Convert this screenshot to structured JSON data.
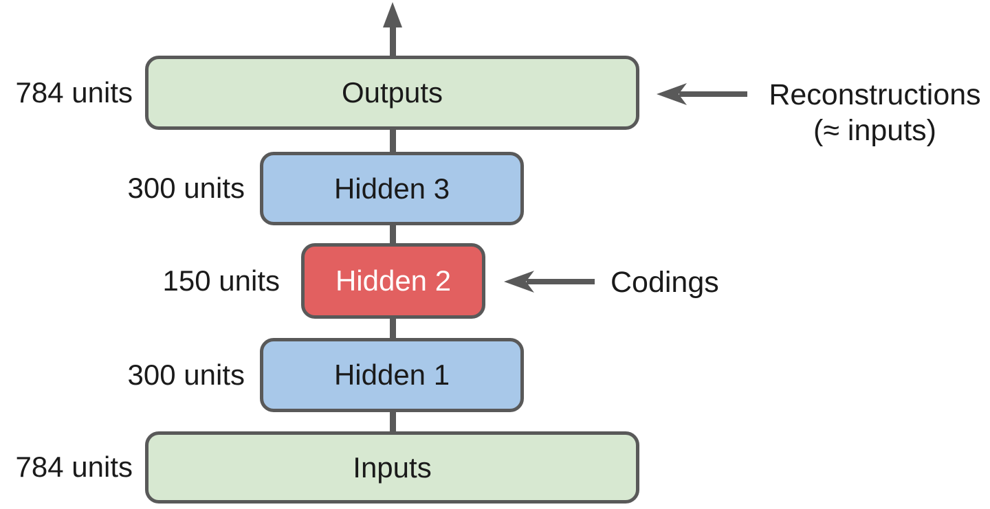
{
  "diagram": {
    "layers": [
      {
        "name": "outputs",
        "label": "Outputs",
        "units": "784 units",
        "fill": "#d7e8d1"
      },
      {
        "name": "hidden3",
        "label": "Hidden 3",
        "units": "300 units",
        "fill": "#a8c8e9"
      },
      {
        "name": "hidden2",
        "label": "Hidden 2",
        "units": "150 units",
        "fill": "#e26060"
      },
      {
        "name": "hidden1",
        "label": "Hidden 1",
        "units": "300 units",
        "fill": "#a8c8e9"
      },
      {
        "name": "inputs",
        "label": "Inputs",
        "units": "784 units",
        "fill": "#d7e8d1"
      }
    ],
    "annotations": {
      "reconstructions": {
        "line1": "Reconstructions",
        "line2": "(≈ inputs)",
        "target": "Outputs"
      },
      "codings": {
        "label": "Codings",
        "target": "Hidden 2"
      }
    },
    "colors": {
      "outline": "#595959",
      "arrow": "#595959",
      "text": "#1a1a1a",
      "hidden2_text": "#ffffff"
    }
  }
}
